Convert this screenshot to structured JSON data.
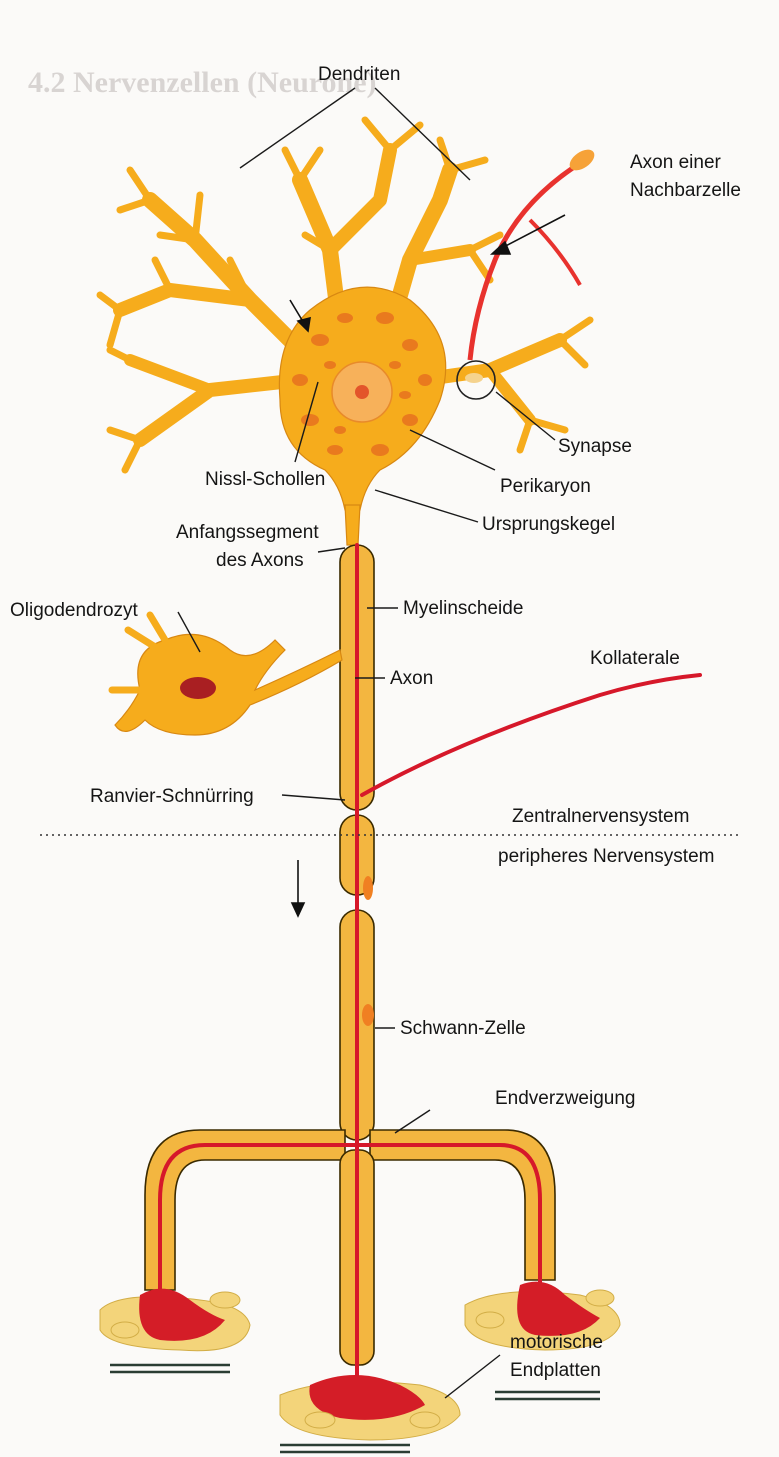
{
  "background_text": {
    "heading": "4.2   Nervenzellen (Neurone)"
  },
  "labels": {
    "dendriten": "Dendriten",
    "axon_nachbarzelle_1": "Axon einer",
    "axon_nachbarzelle_2": "Nachbarzelle",
    "synapse": "Synapse",
    "nissl": "Nissl-Schollen",
    "perikaryon": "Perikaryon",
    "anfangssegment_1": "Anfangssegment",
    "anfangssegment_2": "des Axons",
    "ursprungskegel": "Ursprungskegel",
    "myelinscheide": "Myelinscheide",
    "oligodendrozyt": "Oligodendrozyt",
    "kollaterale": "Kollaterale",
    "axon": "Axon",
    "ranvier": "Ranvier-Schnürring",
    "zns": "Zentralnervensystem",
    "pns": "peripheres Nervensystem",
    "schwann": "Schwann-Zelle",
    "endverzweigung": "Endverzweigung",
    "endplatten_1": "motorische",
    "endplatten_2": "Endplatten"
  },
  "colors": {
    "cell_orange": "#f6ac1c",
    "axon_red": "#d6182a",
    "myelin": "#f3b640"
  }
}
